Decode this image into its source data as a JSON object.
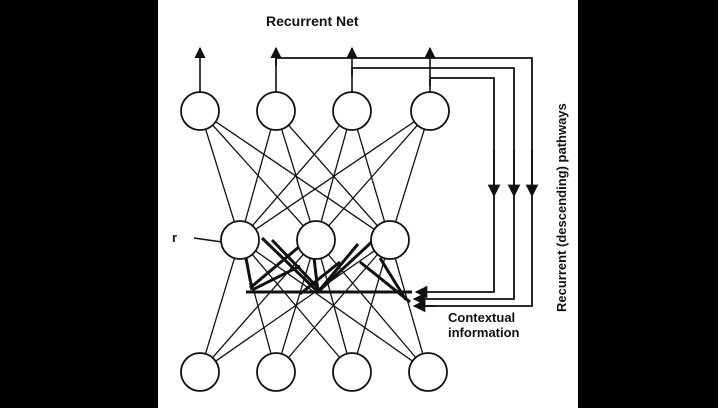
{
  "diagram": {
    "title": "Recurrent Net",
    "side_label": "Recurrent (descending) pathways",
    "unit_label": "r",
    "context_label_line1": "Contextual",
    "context_label_line2": "information"
  }
}
